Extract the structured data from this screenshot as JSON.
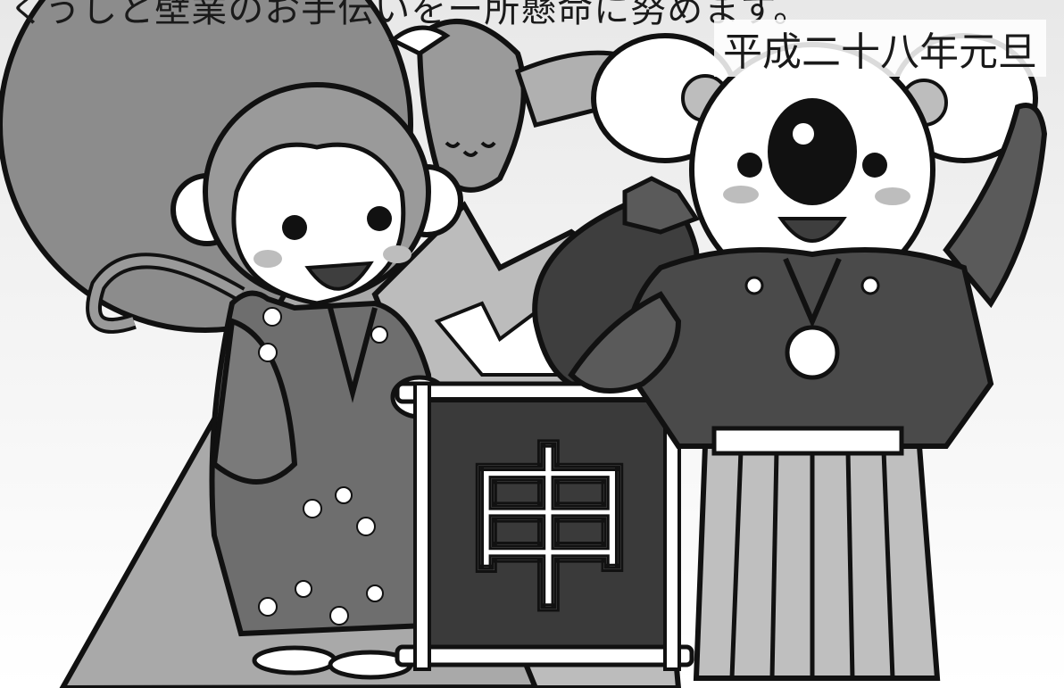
{
  "greeting_top": "くうしと壁業のお手伝いをー所懸命に努めます。",
  "date_text": "平成二十八年元旦",
  "banner_kanji": "申",
  "characters": [
    "monkey-in-kimono",
    "koala-in-hakama",
    "hawk",
    "eggplant",
    "mount-fuji",
    "sun"
  ],
  "colors": {
    "dark_fill": "#3e3e3e",
    "mid_fill": "#8a8a8a",
    "light_fill": "#cfcfcf",
    "outline": "#111111",
    "cheek": "#bdbdbd"
  }
}
